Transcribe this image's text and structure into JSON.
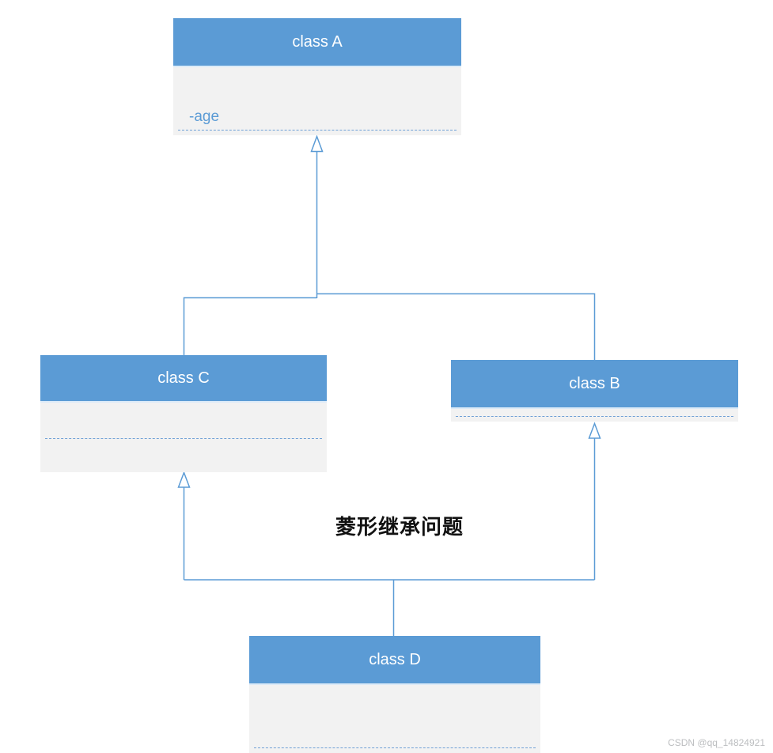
{
  "diagram": {
    "type": "uml-class-diagram",
    "caption": "菱形继承问题",
    "watermark": "CSDN @qq_14824921",
    "colors": {
      "header_blue": "#5b9bd5",
      "header_underline": "#dcebf8",
      "body_gray": "#f2f2f2",
      "connector_blue": "#5b9bd5",
      "attribute_text_blue": "#5b9bd5",
      "caption_text": "#111111",
      "watermark_gray": "#bcbec0"
    },
    "classes": [
      {
        "id": "A",
        "label": "class A",
        "attributes": [
          "-age"
        ]
      },
      {
        "id": "C",
        "label": "class C",
        "attributes": []
      },
      {
        "id": "B",
        "label": "class B",
        "attributes": []
      },
      {
        "id": "D",
        "label": "class D",
        "attributes": []
      }
    ],
    "relations": [
      {
        "from": "class C",
        "to": "class A",
        "type": "inheritance"
      },
      {
        "from": "class B",
        "to": "class A",
        "type": "inheritance"
      },
      {
        "from": "class D",
        "to": "class C",
        "type": "inheritance"
      },
      {
        "from": "class D",
        "to": "class B",
        "type": "inheritance"
      }
    ]
  }
}
